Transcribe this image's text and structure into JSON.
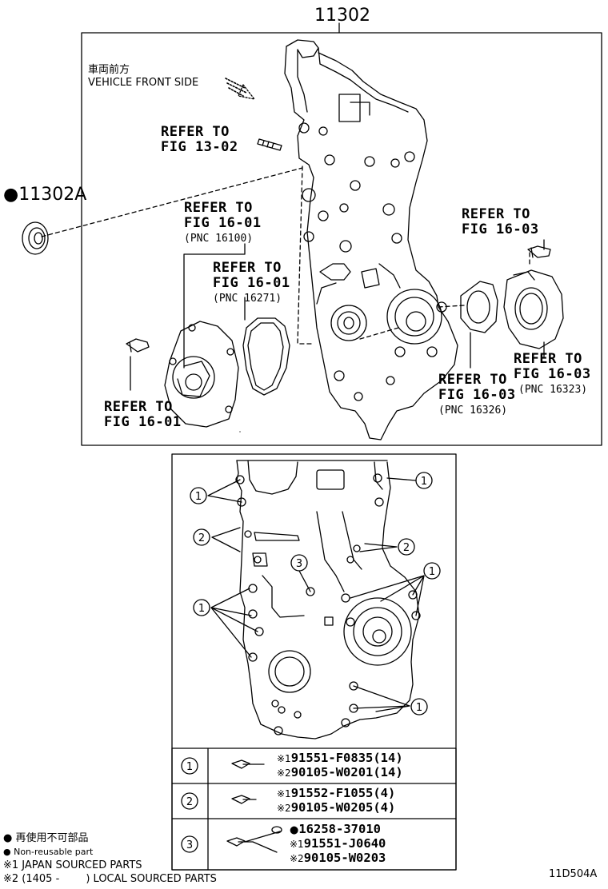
{
  "diagram_id": "11D504A",
  "main_part": "11302",
  "seal_part": "11302A",
  "seal_marker": "●",
  "front_side": {
    "jp": "車両前方",
    "en": "VEHICLE FRONT SIDE"
  },
  "refs": {
    "r1302": "REFER TO\nFIG 13-02",
    "r1601a": "REFER TO\nFIG 16-01",
    "pnc16100": "(PNC 16100)",
    "r1601b": "REFER TO\nFIG 16-01",
    "pnc16271": "(PNC 16271)",
    "r1601c": "REFER TO\nFIG 16-01",
    "r1603a": "REFER TO\nFIG 16-03",
    "r1603b": "REFER TO\nFIG 16-03",
    "pnc16323": "(PNC 16323)",
    "r1603c": "REFER TO\nFIG 16-03",
    "pnc16326": "(PNC 16326)"
  },
  "callouts": [
    "1",
    "2",
    "3"
  ],
  "table": [
    {
      "num": "1",
      "lines": [
        {
          "mark": "※1",
          "part": "91551-F0835(14)"
        },
        {
          "mark": "※2",
          "part": "90105-W0201(14)"
        }
      ]
    },
    {
      "num": "2",
      "lines": [
        {
          "mark": "※1",
          "part": "91552-F1055(4)"
        },
        {
          "mark": "※2",
          "part": "90105-W0205(4)"
        }
      ]
    },
    {
      "num": "3",
      "lines": [
        {
          "mark": "●",
          "part": "16258-37010"
        },
        {
          "mark": "※1",
          "part": "91551-J0640"
        },
        {
          "mark": "※2",
          "part": "90105-W0203"
        }
      ]
    }
  ],
  "legend": [
    "● 再使用不可部品",
    "● Non-reusable part",
    "※1 JAPAN SOURCED PARTS",
    "※2 (1405 -        ) LOCAL SOURCED PARTS"
  ]
}
